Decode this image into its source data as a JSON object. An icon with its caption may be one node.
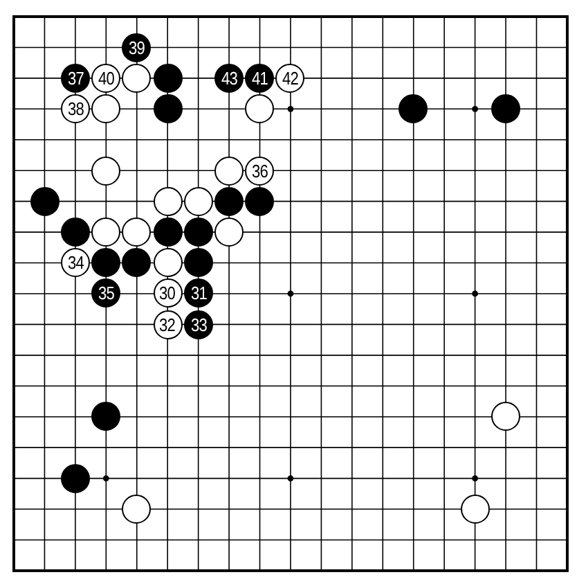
{
  "diagram": {
    "nodes": [
      {
        "text": [
          "39"
        ]
      },
      {
        "text": [
          "37"
        ]
      },
      {
        "text": [
          "40"
        ]
      },
      {
        "text": [],
        "shape": "circle"
      },
      {
        "text": [],
        "shape": "circle"
      },
      {
        "text": [
          "43"
        ]
      },
      {
        "text": [
          "41"
        ]
      },
      {
        "text": [
          "42"
        ]
      },
      {
        "text": [
          "38"
        ]
      },
      {
        "text": [],
        "shape": "circle"
      },
      {
        "text": [],
        "shape": "circle"
      },
      {
        "text": [],
        "shape": "circle"
      },
      {
        "text": [],
        "shape": "circle"
      },
      {
        "text": [],
        "shape": "circle"
      },
      {
        "text": [],
        "shape": "circle"
      },
      {
        "text": [],
        "shape": "circle"
      },
      {
        "text": [
          "36"
        ]
      },
      {
        "text": [],
        "shape": "circle"
      },
      {
        "text": [],
        "shape": "circle"
      },
      {
        "text": [],
        "shape": "circle"
      },
      {
        "text": [],
        "shape": "circle"
      },
      {
        "text": [],
        "shape": "circle"
      },
      {
        "text": [],
        "shape": "circle"
      },
      {
        "text": [],
        "shape": "circle"
      },
      {
        "text": [],
        "shape": "circle"
      },
      {
        "text": [],
        "shape": "circle"
      },
      {
        "text": [],
        "shape": "circle"
      },
      {
        "text": [],
        "shape": "circle"
      },
      {
        "text": [
          "34"
        ]
      },
      {
        "text": [],
        "shape": "circle"
      },
      {
        "text": [],
        "shape": "circle"
      },
      {
        "text": [],
        "shape": "circle"
      },
      {
        "text": [],
        "shape": "circle"
      },
      {
        "text": [
          "35"
        ]
      },
      {
        "text": [
          "30"
        ]
      },
      {
        "text": [
          "31"
        ]
      },
      {
        "text": [
          "32"
        ]
      },
      {
        "text": [
          "33"
        ]
      },
      {
        "text": [],
        "shape": "circle"
      },
      {
        "text": [],
        "shape": "circle"
      },
      {
        "text": [],
        "shape": "circle"
      },
      {
        "text": [],
        "shape": "circle"
      },
      {
        "text": [],
        "shape": "circle"
      }
    ]
  }
}
